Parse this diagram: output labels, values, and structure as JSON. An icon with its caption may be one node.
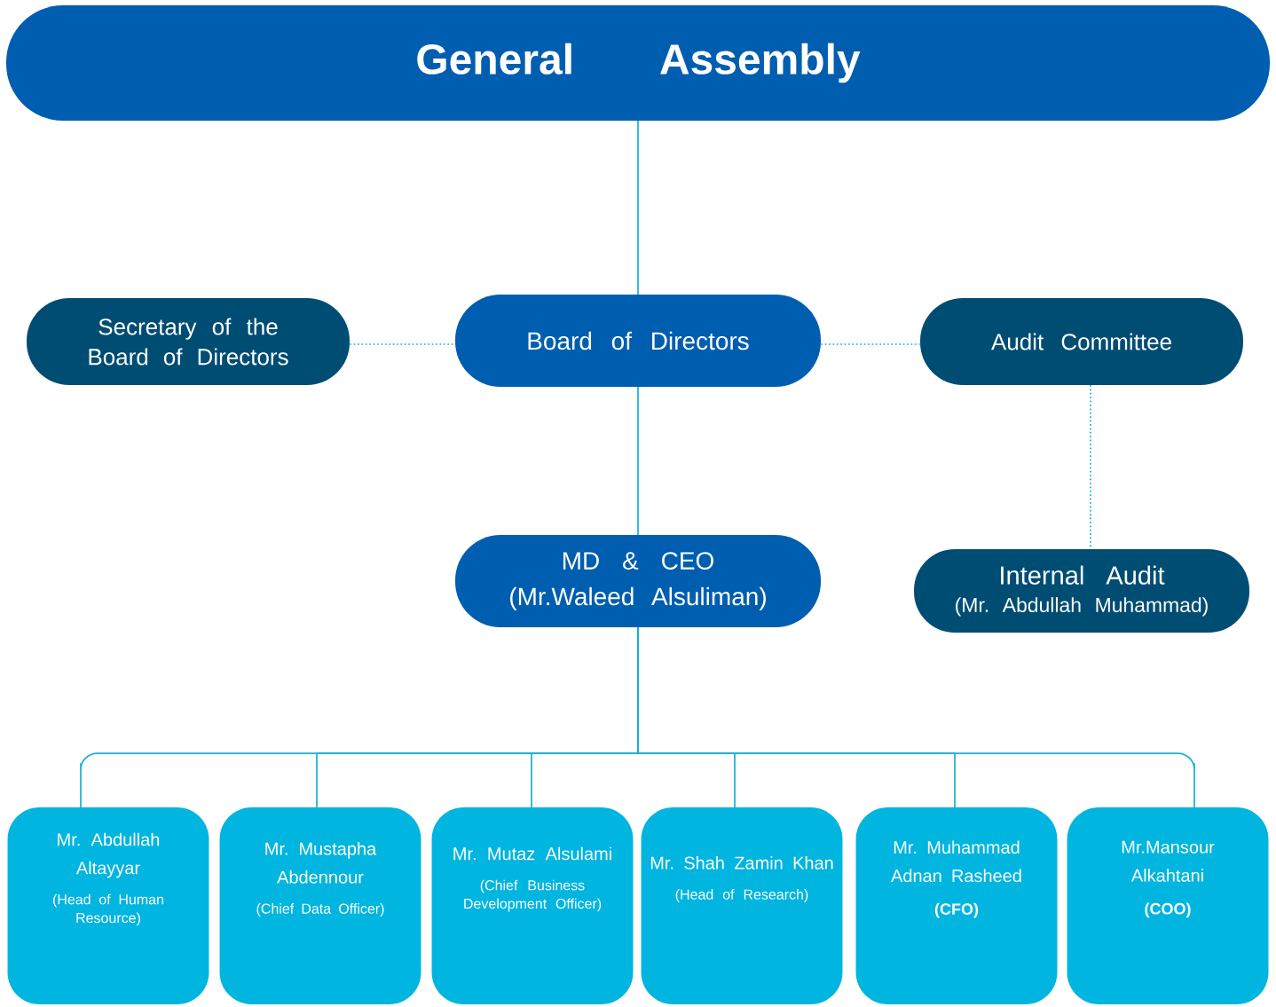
{
  "diagram": {
    "nodes": [
      {
        "text": [
          "General Assembly"
        ]
      },
      {
        "text": [
          "Secretary of the Board of Directors"
        ]
      },
      {
        "text": [
          "Board of Directors"
        ]
      },
      {
        "text": [
          "Audit Committee"
        ]
      },
      {
        "text": [
          "MD & CEO",
          "(Mr.Waleed Alsuliman)"
        ]
      },
      {
        "text": [
          "Internal Audit",
          "(Mr. Abdullah Muhammad)"
        ]
      },
      {
        "text": [
          "Mr. Abdullah Altayyar",
          "(Head of Human Resource)"
        ]
      },
      {
        "text": [
          "Mr. Mustapha Abdennour",
          "(Chief Data Officer)"
        ]
      },
      {
        "text": [
          "Mr. Mutaz Alsulami",
          "(Chief Business Development Officer)"
        ]
      },
      {
        "text": [
          "Mr. Shah Zamin Khan",
          "(Head of Research)"
        ]
      },
      {
        "text": [
          "Mr. Muhammad Adnan Rasheed",
          "(CFO)"
        ]
      },
      {
        "text": [
          "Mr.Mansour Alkahtani",
          "(COO)"
        ]
      }
    ],
    "edges": [
      {
        "from": 0,
        "to": 2,
        "arrow": "none"
      },
      {
        "from": 1,
        "to": 2,
        "arrow": "none",
        "style": "dashed"
      },
      {
        "from": 2,
        "to": 3,
        "arrow": "none",
        "style": "dashed"
      },
      {
        "from": 3,
        "to": 5,
        "arrow": "none",
        "style": "dashed"
      },
      {
        "from": 2,
        "to": 4,
        "arrow": "none"
      },
      {
        "from": 4,
        "to": 6,
        "arrow": "none"
      },
      {
        "from": 4,
        "to": 7,
        "arrow": "none"
      },
      {
        "from": 4,
        "to": 8,
        "arrow": "none"
      },
      {
        "from": 4,
        "to": 9,
        "arrow": "none"
      },
      {
        "from": 4,
        "to": 10,
        "arrow": "none"
      },
      {
        "from": 4,
        "to": 11,
        "arrow": "none"
      }
    ]
  }
}
